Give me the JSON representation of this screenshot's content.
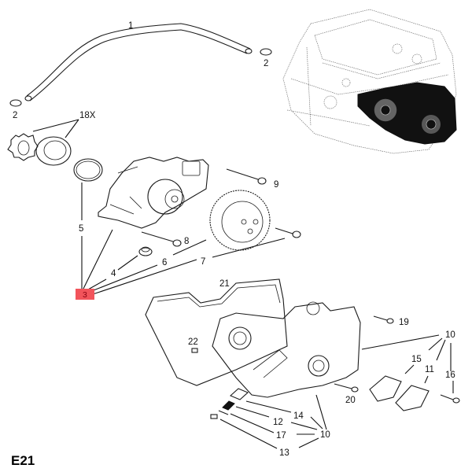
{
  "figure": {
    "code": "E21",
    "highlight_color": "#f2545b"
  },
  "callouts": [
    {
      "id": "1",
      "label": "1"
    },
    {
      "id": "2a",
      "label": "2"
    },
    {
      "id": "2b",
      "label": "2"
    },
    {
      "id": "18X",
      "label": "18X"
    },
    {
      "id": "5",
      "label": "5"
    },
    {
      "id": "9",
      "label": "9"
    },
    {
      "id": "8",
      "label": "8"
    },
    {
      "id": "6",
      "label": "6"
    },
    {
      "id": "7",
      "label": "7"
    },
    {
      "id": "4",
      "label": "4"
    },
    {
      "id": "3",
      "label": "3",
      "highlighted": true
    },
    {
      "id": "21",
      "label": "21"
    },
    {
      "id": "22",
      "label": "22"
    },
    {
      "id": "19",
      "label": "19"
    },
    {
      "id": "10a",
      "label": "10"
    },
    {
      "id": "15",
      "label": "15"
    },
    {
      "id": "11",
      "label": "11"
    },
    {
      "id": "16",
      "label": "16"
    },
    {
      "id": "20",
      "label": "20"
    },
    {
      "id": "14",
      "label": "14"
    },
    {
      "id": "12",
      "label": "12"
    },
    {
      "id": "17",
      "label": "17"
    },
    {
      "id": "10b",
      "label": "10"
    },
    {
      "id": "13",
      "label": "13"
    }
  ],
  "parts": [
    {
      "name": "hose",
      "callout": "1"
    },
    {
      "name": "hose-clamp",
      "callout": "2"
    },
    {
      "name": "pump-gears",
      "callout": "18X"
    },
    {
      "name": "o-ring-seal",
      "callout": "5"
    },
    {
      "name": "oil-pump-housing",
      "callout": "3"
    },
    {
      "name": "bolt",
      "callout": "9"
    },
    {
      "name": "bolt",
      "callout": "8"
    },
    {
      "name": "nut",
      "callout": "4"
    },
    {
      "name": "sprocket-gear",
      "callout": "6"
    },
    {
      "name": "bolt",
      "callout": "7"
    },
    {
      "name": "gasket",
      "callout": "21"
    },
    {
      "name": "dowel",
      "callout": "22"
    },
    {
      "name": "timing-cover",
      "callout": "10"
    },
    {
      "name": "bolt",
      "callout": "19"
    },
    {
      "name": "cover-gasket",
      "callout": "15"
    },
    {
      "name": "cover-plate",
      "callout": "11"
    },
    {
      "name": "bolt",
      "callout": "16"
    },
    {
      "name": "bolt",
      "callout": "20"
    },
    {
      "name": "label-plate",
      "callout": "14"
    },
    {
      "name": "filter-screen",
      "callout": "12"
    },
    {
      "name": "seal-strip",
      "callout": "17"
    },
    {
      "name": "clip",
      "callout": "13"
    }
  ]
}
